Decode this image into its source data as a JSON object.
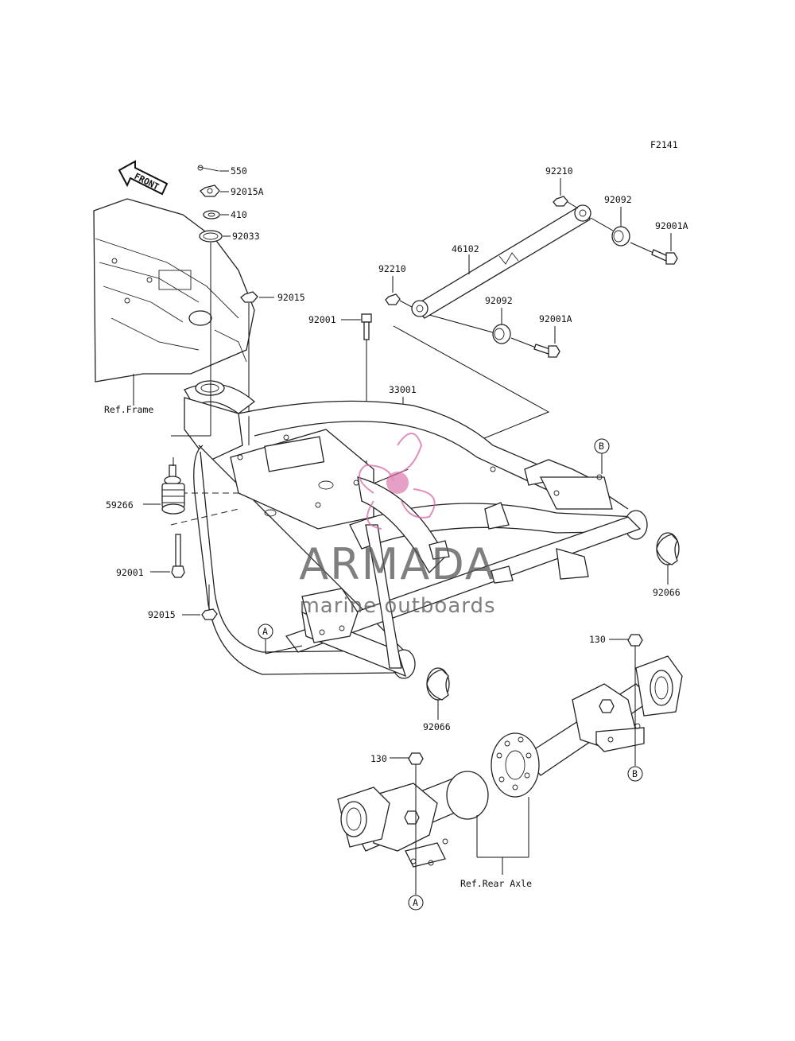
{
  "figure_code": "F2141",
  "front_arrow_label": "FRONT",
  "refs": {
    "frame": "Ref.Frame",
    "rear_axle": "Ref.Rear Axle"
  },
  "markers": {
    "a": "A",
    "b": "B"
  },
  "parts": {
    "p550": "550",
    "p92015a": "92015A",
    "p410": "410",
    "p92033": "92033",
    "p92015_top": "92015",
    "p92001_mid": "92001",
    "p92210_right": "92210",
    "p92092_right": "92092",
    "p92001a_right": "92001A",
    "p46102": "46102",
    "p92210_left": "92210",
    "p92092_left": "92092",
    "p92001a_left": "92001A",
    "p33001": "33001",
    "p59266": "59266",
    "p92001_left": "92001",
    "p92015_bottom": "92015",
    "p92066_right": "92066",
    "p92066_bottom": "92066",
    "p130_right": "130",
    "p130_left": "130"
  },
  "watermark": {
    "brand": "ARMADA",
    "tagline": "marine outboards",
    "accent_color": "#d86aa6"
  }
}
